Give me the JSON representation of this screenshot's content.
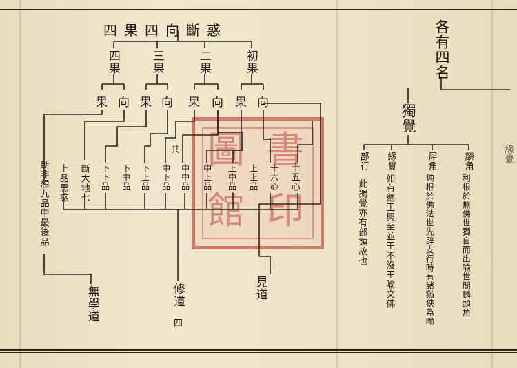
{
  "heading_line": "四果四向斷惑",
  "fruits": [
    "四果",
    "三果",
    "二果",
    "初果"
  ],
  "paths": [
    "果",
    "向",
    "果",
    "向",
    "果",
    "向",
    "果",
    "向"
  ],
  "nodes": {
    "fei": "斷非想九品中最後品",
    "shipin": "上品思惑",
    "qi": "斷大地七",
    "xx": "下下品",
    "xz": "下中品",
    "xs": "下上品",
    "zx": "中下品",
    "zz": "中中品",
    "zs": "中上品",
    "sx": "上中品",
    "ss": "上上品",
    "sl": "十六心",
    "shi": "十五心",
    "jing": "共",
    "wuxue": "無學道",
    "xiu": "修道",
    "xiu_num": "四",
    "jian": "見道"
  },
  "right": {
    "title": "各有四名",
    "center": "獨覺",
    "cols": [
      {
        "name": "麟角",
        "text": "利根於無佛世獨自而出喻世間麟頭角"
      },
      {
        "name": "犀角",
        "text": "鈍根於佛法世先辟支行時有諸猶狹為喻"
      },
      {
        "name": "緣覺",
        "text": "如有德王興至並王不沒王喻文佛"
      },
      {
        "name": "部行",
        "text": "此獨覺亦有部類故也"
      }
    ],
    "edge": "緣覺"
  },
  "seal": {
    "chars": [
      "圖",
      "書",
      "館",
      "印"
    ]
  },
  "colors": {
    "paper": "#efe4c8",
    "ink": "#221c15",
    "seal": "#c6463a"
  }
}
